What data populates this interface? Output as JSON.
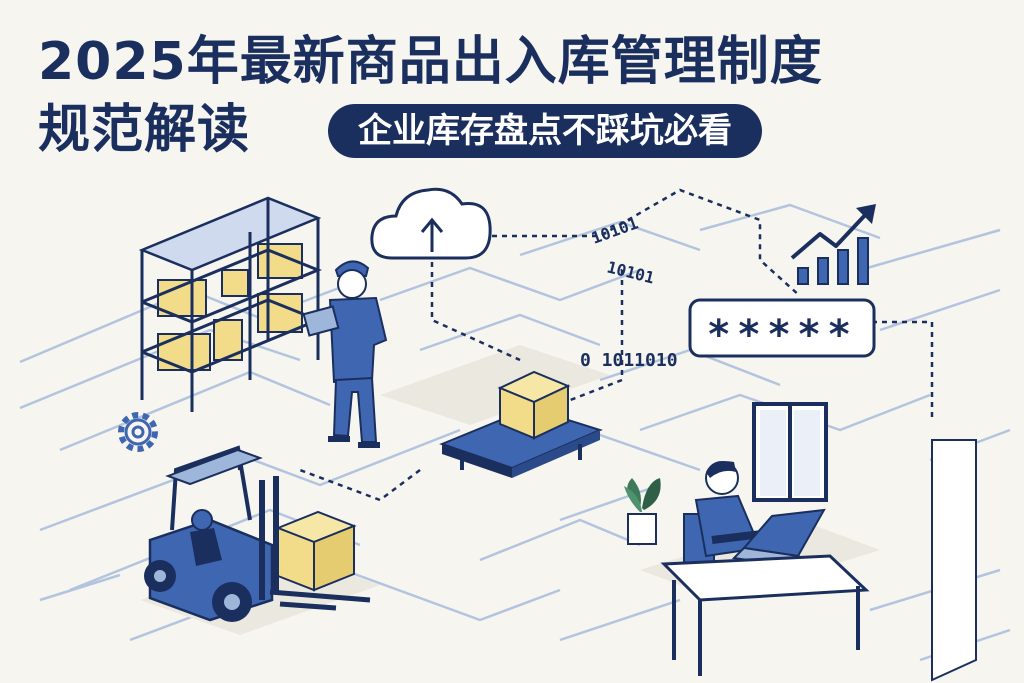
{
  "title_line1": "2025年最新商品出入库管理制度",
  "title_line2": "规范解读",
  "subtitle": "企业库存盘点不踩坑必看",
  "binary_texts": [
    "10101",
    "10101",
    "0 1011010"
  ],
  "password_mask": "*****",
  "icons": [
    "cloud-upload-icon",
    "trending-up-chart-icon",
    "gear-icon"
  ],
  "colors": {
    "navy": "#1b2f5e",
    "blue": "#3f66b0",
    "light_blue": "#9fb6db",
    "box_yellow": "#f2dc8a",
    "background": "#f6f5f0"
  }
}
